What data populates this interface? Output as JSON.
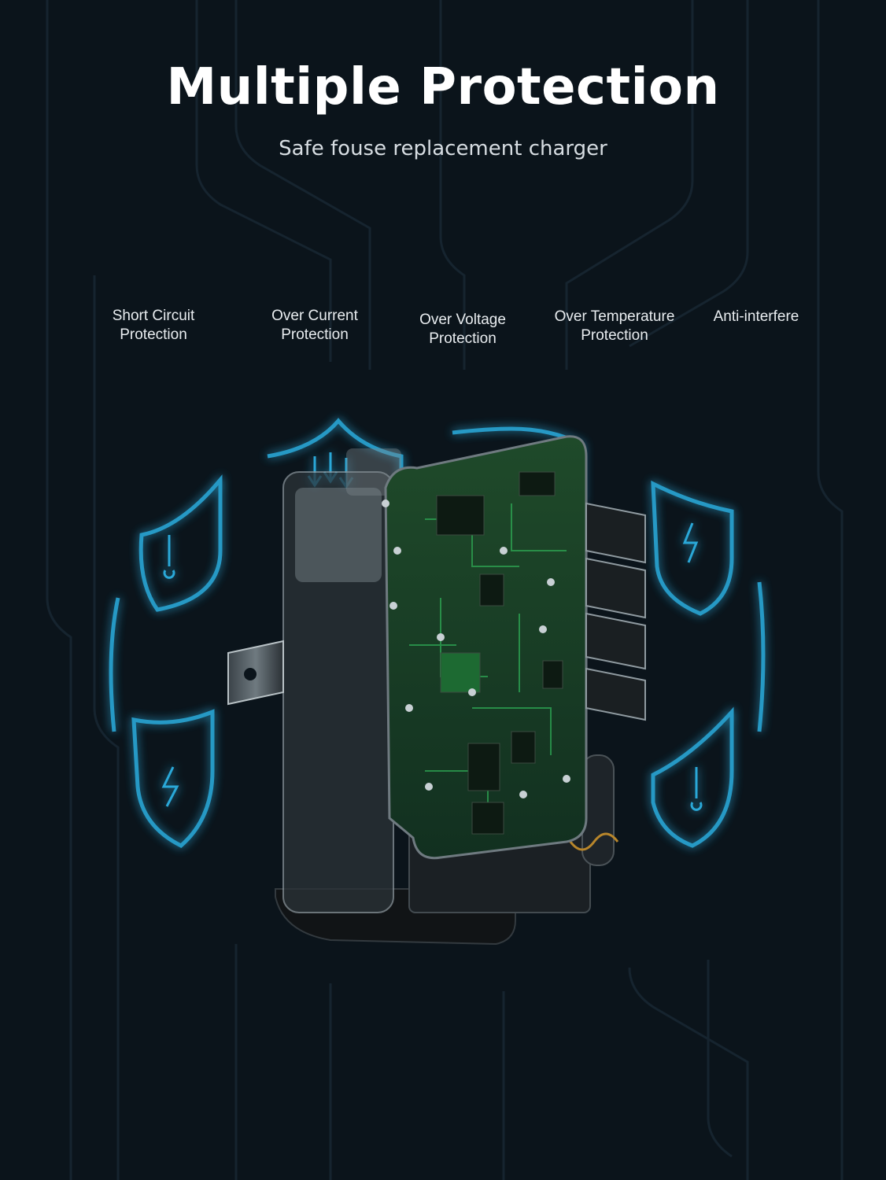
{
  "title": "Multiple Protection",
  "subtitle": "Safe fouse replacement charger",
  "features": [
    {
      "line1": "Short Circuit",
      "line2": "Protection",
      "icon": "shield-thermometer-icon"
    },
    {
      "line1": "Over Current",
      "line2": "Protection",
      "icon": "shield-down-arrows-icon"
    },
    {
      "line1": "Over Voltage",
      "line2": "Protection",
      "icon": "shield-voltage-icon"
    },
    {
      "line1": "Over Temperature",
      "line2": "Protection",
      "icon": "shield-lightning-icon"
    },
    {
      "line1": "Anti-interfere",
      "line2": "",
      "icon": "shield-thermometer-icon"
    }
  ],
  "colors": {
    "background": "#0b141b",
    "glow": "#2aa8d8",
    "circuit_green": "#1f7a3a",
    "title": "#ffffff"
  }
}
